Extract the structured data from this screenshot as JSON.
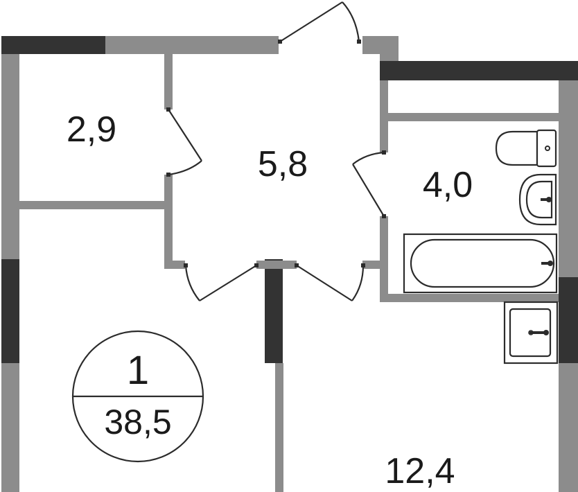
{
  "rooms": {
    "storage_area": "2,9",
    "hall_area": "5,8",
    "bathroom_area": "4,0",
    "living_area": "12,4"
  },
  "apartment": {
    "rooms_count": "1",
    "total_area": "38,5"
  },
  "colors": {
    "wall_dark": "#333333",
    "wall_gray": "#8c8c8c",
    "background": "#ffffff",
    "line": "#2b2b2b"
  }
}
